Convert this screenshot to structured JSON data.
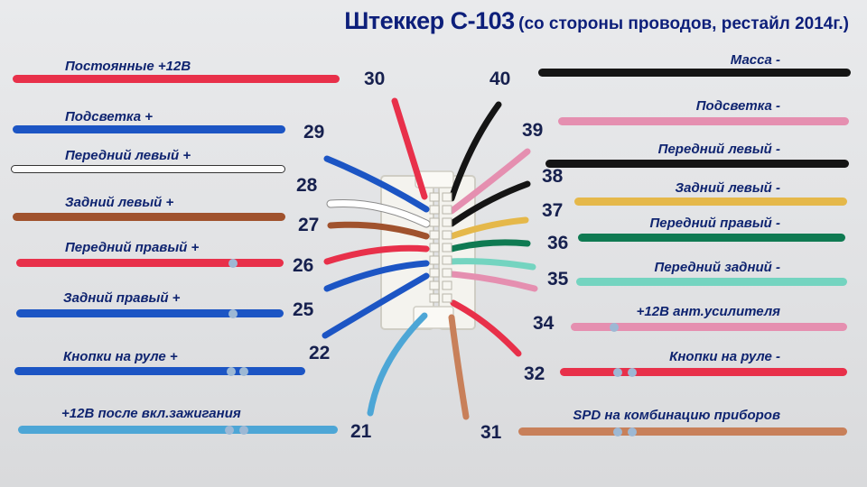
{
  "title": {
    "main": "Штеккер С-103",
    "sub": "(со стороны проводов, рестайл 2014г.)"
  },
  "left_wires": [
    {
      "label": "Постоянные +12В",
      "pin": "30",
      "color": "#e8304a",
      "stripes": 0
    },
    {
      "label": "Подсветка +",
      "pin": "29",
      "color": "#1c55c4",
      "stripes": 0
    },
    {
      "label": "Передний левый +",
      "pin": "28",
      "color": "#ffffff",
      "stripes": 0
    },
    {
      "label": "Задний левый +",
      "pin": "27",
      "color": "#a0522d",
      "stripes": 0
    },
    {
      "label": "Передний правый +",
      "pin": "26",
      "color": "#e8304a",
      "stripes": 1
    },
    {
      "label": "Задний правый +",
      "pin": "25",
      "color": "#1c55c4",
      "stripes": 1
    },
    {
      "label": "Кнопки на руле +",
      "pin": "22",
      "color": "#1c55c4",
      "stripes": 2
    },
    {
      "label": "+12В после вкл.зажигания",
      "pin": "21",
      "color": "#4da6d6",
      "stripes": 2
    }
  ],
  "right_wires": [
    {
      "label": "Масса -",
      "pin": "40",
      "color": "#151515",
      "stripes": 0
    },
    {
      "label": "Подсветка -",
      "pin": "39",
      "color": "#e58fb0",
      "stripes": 0
    },
    {
      "label": "Передний левый -",
      "pin": "38",
      "color": "#151515",
      "stripes": 0
    },
    {
      "label": "Задний левый -",
      "pin": "37",
      "color": "#e5b84a",
      "stripes": 0
    },
    {
      "label": "Передний правый -",
      "pin": "36",
      "color": "#0f7a52",
      "stripes": 0
    },
    {
      "label": "Передний задний -",
      "pin": "35",
      "color": "#74d4c0",
      "stripes": 0
    },
    {
      "label": "+12В ант.усилителя",
      "pin": "34",
      "color": "#e58fb0",
      "stripes": 1
    },
    {
      "label": "Кнопки на руле -",
      "pin": "32",
      "color": "#e8304a",
      "stripes": 2
    },
    {
      "label": "SPD на комбинацию приборов",
      "pin": "31",
      "color": "#c8805a",
      "stripes": 2
    }
  ]
}
